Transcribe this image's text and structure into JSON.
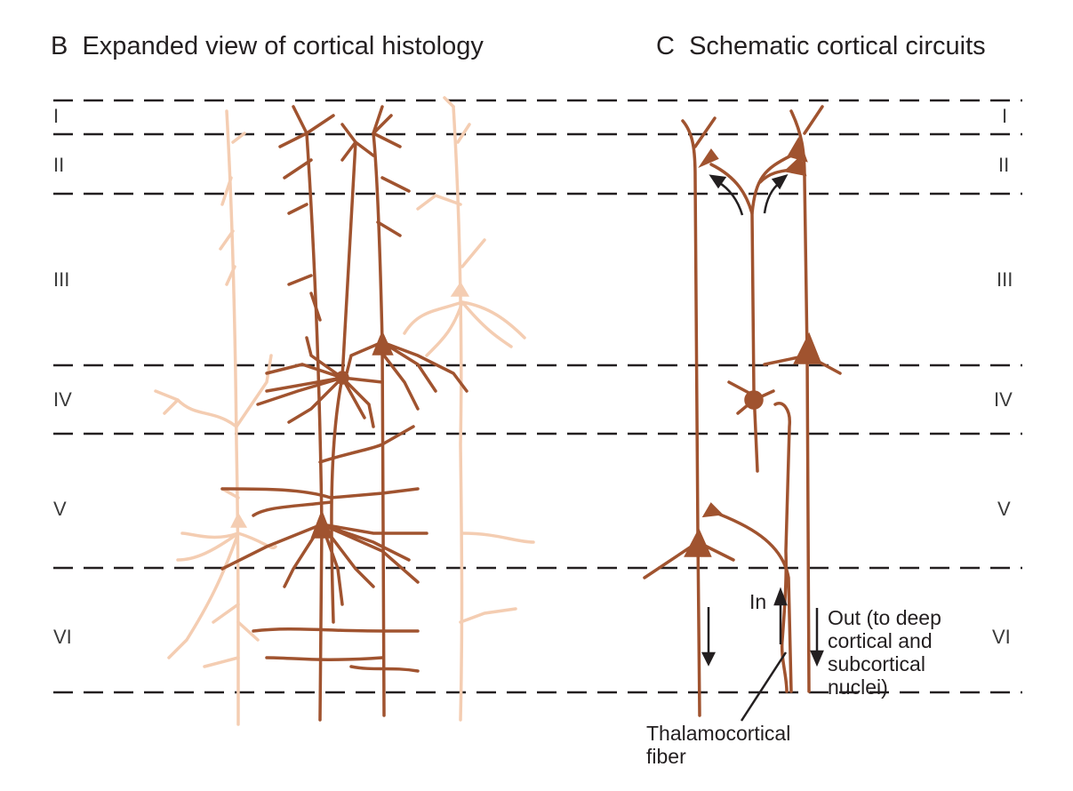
{
  "panel_b": {
    "letter": "B",
    "title": "Expanded view of cortical histology"
  },
  "panel_c": {
    "letter": "C",
    "title": "Schematic cortical circuits"
  },
  "layers": [
    "I",
    "II",
    "III",
    "IV",
    "V",
    "VI"
  ],
  "labels": {
    "in": "In",
    "out_lines": [
      "Out (to deep",
      "cortical and",
      "subcortical",
      "nuclei)"
    ],
    "thalamocortical_lines": [
      "Thalamocortical",
      "fiber"
    ]
  },
  "colors": {
    "neuron": "#a0532f",
    "neuron_light": "#f4cdb2",
    "line": "#231f20"
  }
}
